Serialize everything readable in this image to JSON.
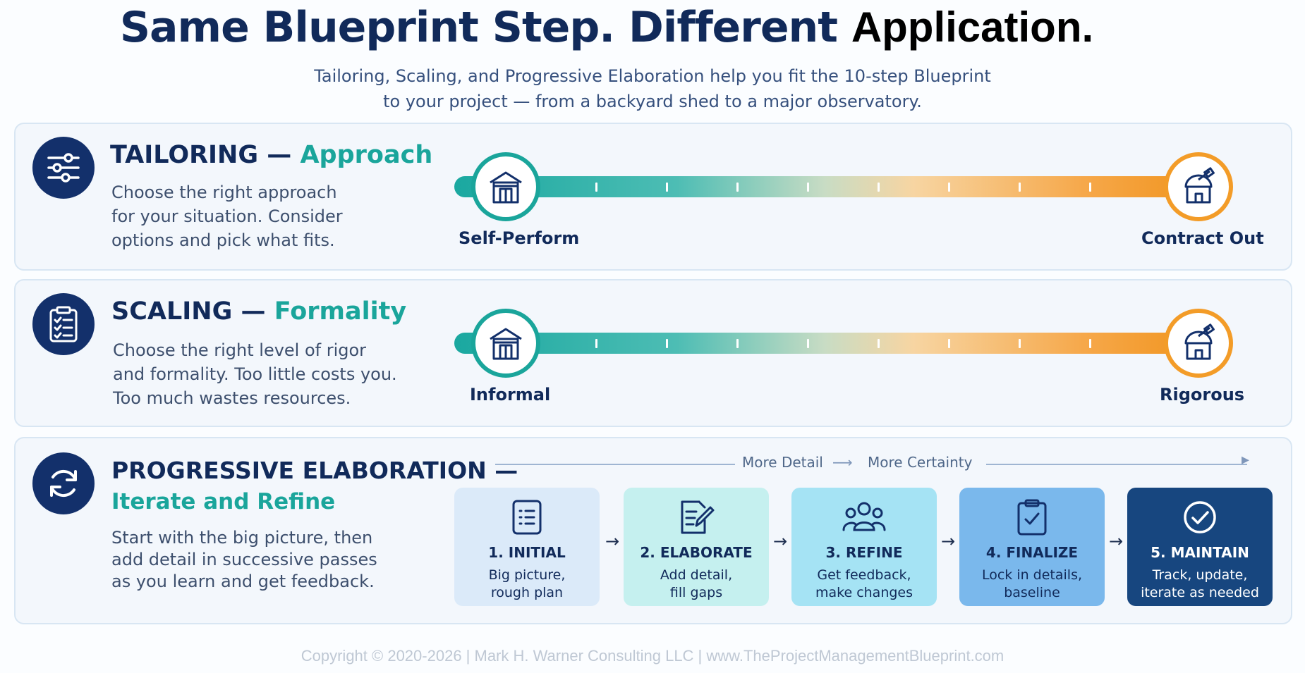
{
  "header": {
    "title_a": "Same Blueprint Step. Different",
    "title_b": "Application.",
    "subtitle_line1": "Tailoring, Scaling, and Progressive Elaboration help you fit the 10-step Blueprint",
    "subtitle_line2": "to your project — from a backyard shed to a major observatory."
  },
  "tailoring": {
    "icon": "sliders-icon",
    "title": "TAILORING —",
    "accent": "Approach",
    "desc": [
      "Choose the right approach",
      "for your situation. Consider",
      "options and pick what fits."
    ],
    "left_label": "Self-Perform",
    "right_label": "Contract Out",
    "left_icon": "shed-icon",
    "right_icon": "observatory-icon"
  },
  "scaling": {
    "icon": "clipboard-checklist-icon",
    "title": "SCALING —",
    "accent": "Formality",
    "desc": [
      "Choose the right level of rigor",
      "and formality. Too little costs you.",
      "Too much wastes resources."
    ],
    "left_label": "Informal",
    "right_label": "Rigorous",
    "left_icon": "shed-icon",
    "right_icon": "observatory-icon"
  },
  "progressive": {
    "icon": "refresh-cycle-icon",
    "title": "PROGRESSIVE ELABORATION —",
    "accent": "Iterate and Refine",
    "desc": [
      "Start with the big picture, then",
      "add detail in successive passes",
      "as you learn and get feedback."
    ],
    "flow_left": "More Detail",
    "flow_right": "More Certainty",
    "steps": [
      {
        "title": "1. INITIAL",
        "desc1": "Big picture,",
        "desc2": "rough plan",
        "icon": "list-document-icon"
      },
      {
        "title": "2. ELABORATE",
        "desc1": "Add detail,",
        "desc2": "fill gaps",
        "icon": "document-edit-icon"
      },
      {
        "title": "3. REFINE",
        "desc1": "Get feedback,",
        "desc2": "make changes",
        "icon": "people-group-icon"
      },
      {
        "title": "4. FINALIZE",
        "desc1": "Lock in details,",
        "desc2": "baseline",
        "icon": "clipboard-check-icon"
      },
      {
        "title": "5. MAINTAIN",
        "desc1": "Track, update,",
        "desc2": "iterate as needed",
        "icon": "check-circle-icon"
      }
    ]
  },
  "colors": {
    "navy": "#13306b",
    "teal": "#1aa59b",
    "orange": "#f39c28",
    "step_fills": [
      "#dbeaf9",
      "#c5f0ef",
      "#a5e3f4",
      "#7ab8ec",
      "#17467f"
    ]
  },
  "footer": "Copyright © 2020-2026 | Mark H. Warner Consulting LLC | www.TheProjectManagementBlueprint.com"
}
